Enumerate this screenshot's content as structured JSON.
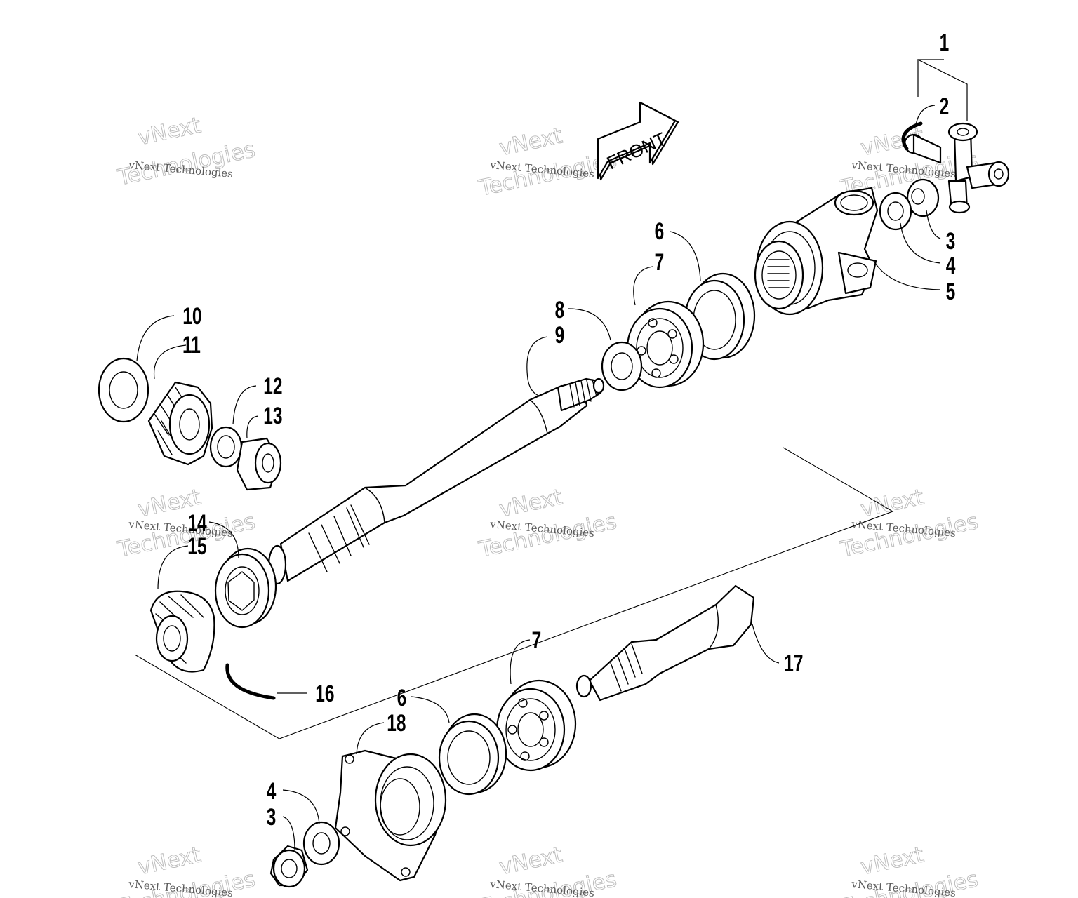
{
  "diagram": {
    "front_label": "FRONT",
    "callouts": {
      "c1": "1",
      "c2": "2",
      "c3a": "3",
      "c4a": "4",
      "c5": "5",
      "c6a": "6",
      "c7a": "7",
      "c8": "8",
      "c9": "9",
      "c10": "10",
      "c11": "11",
      "c12": "12",
      "c13": "13",
      "c14": "14",
      "c15": "15",
      "c16": "16",
      "c17": "17",
      "c7b": "7",
      "c6b": "6",
      "c18": "18",
      "c4b": "4",
      "c3b": "3"
    }
  },
  "watermark": {
    "company": "vNext Technologies",
    "logo_line1": "vNext",
    "logo_line2": "Technologies"
  }
}
